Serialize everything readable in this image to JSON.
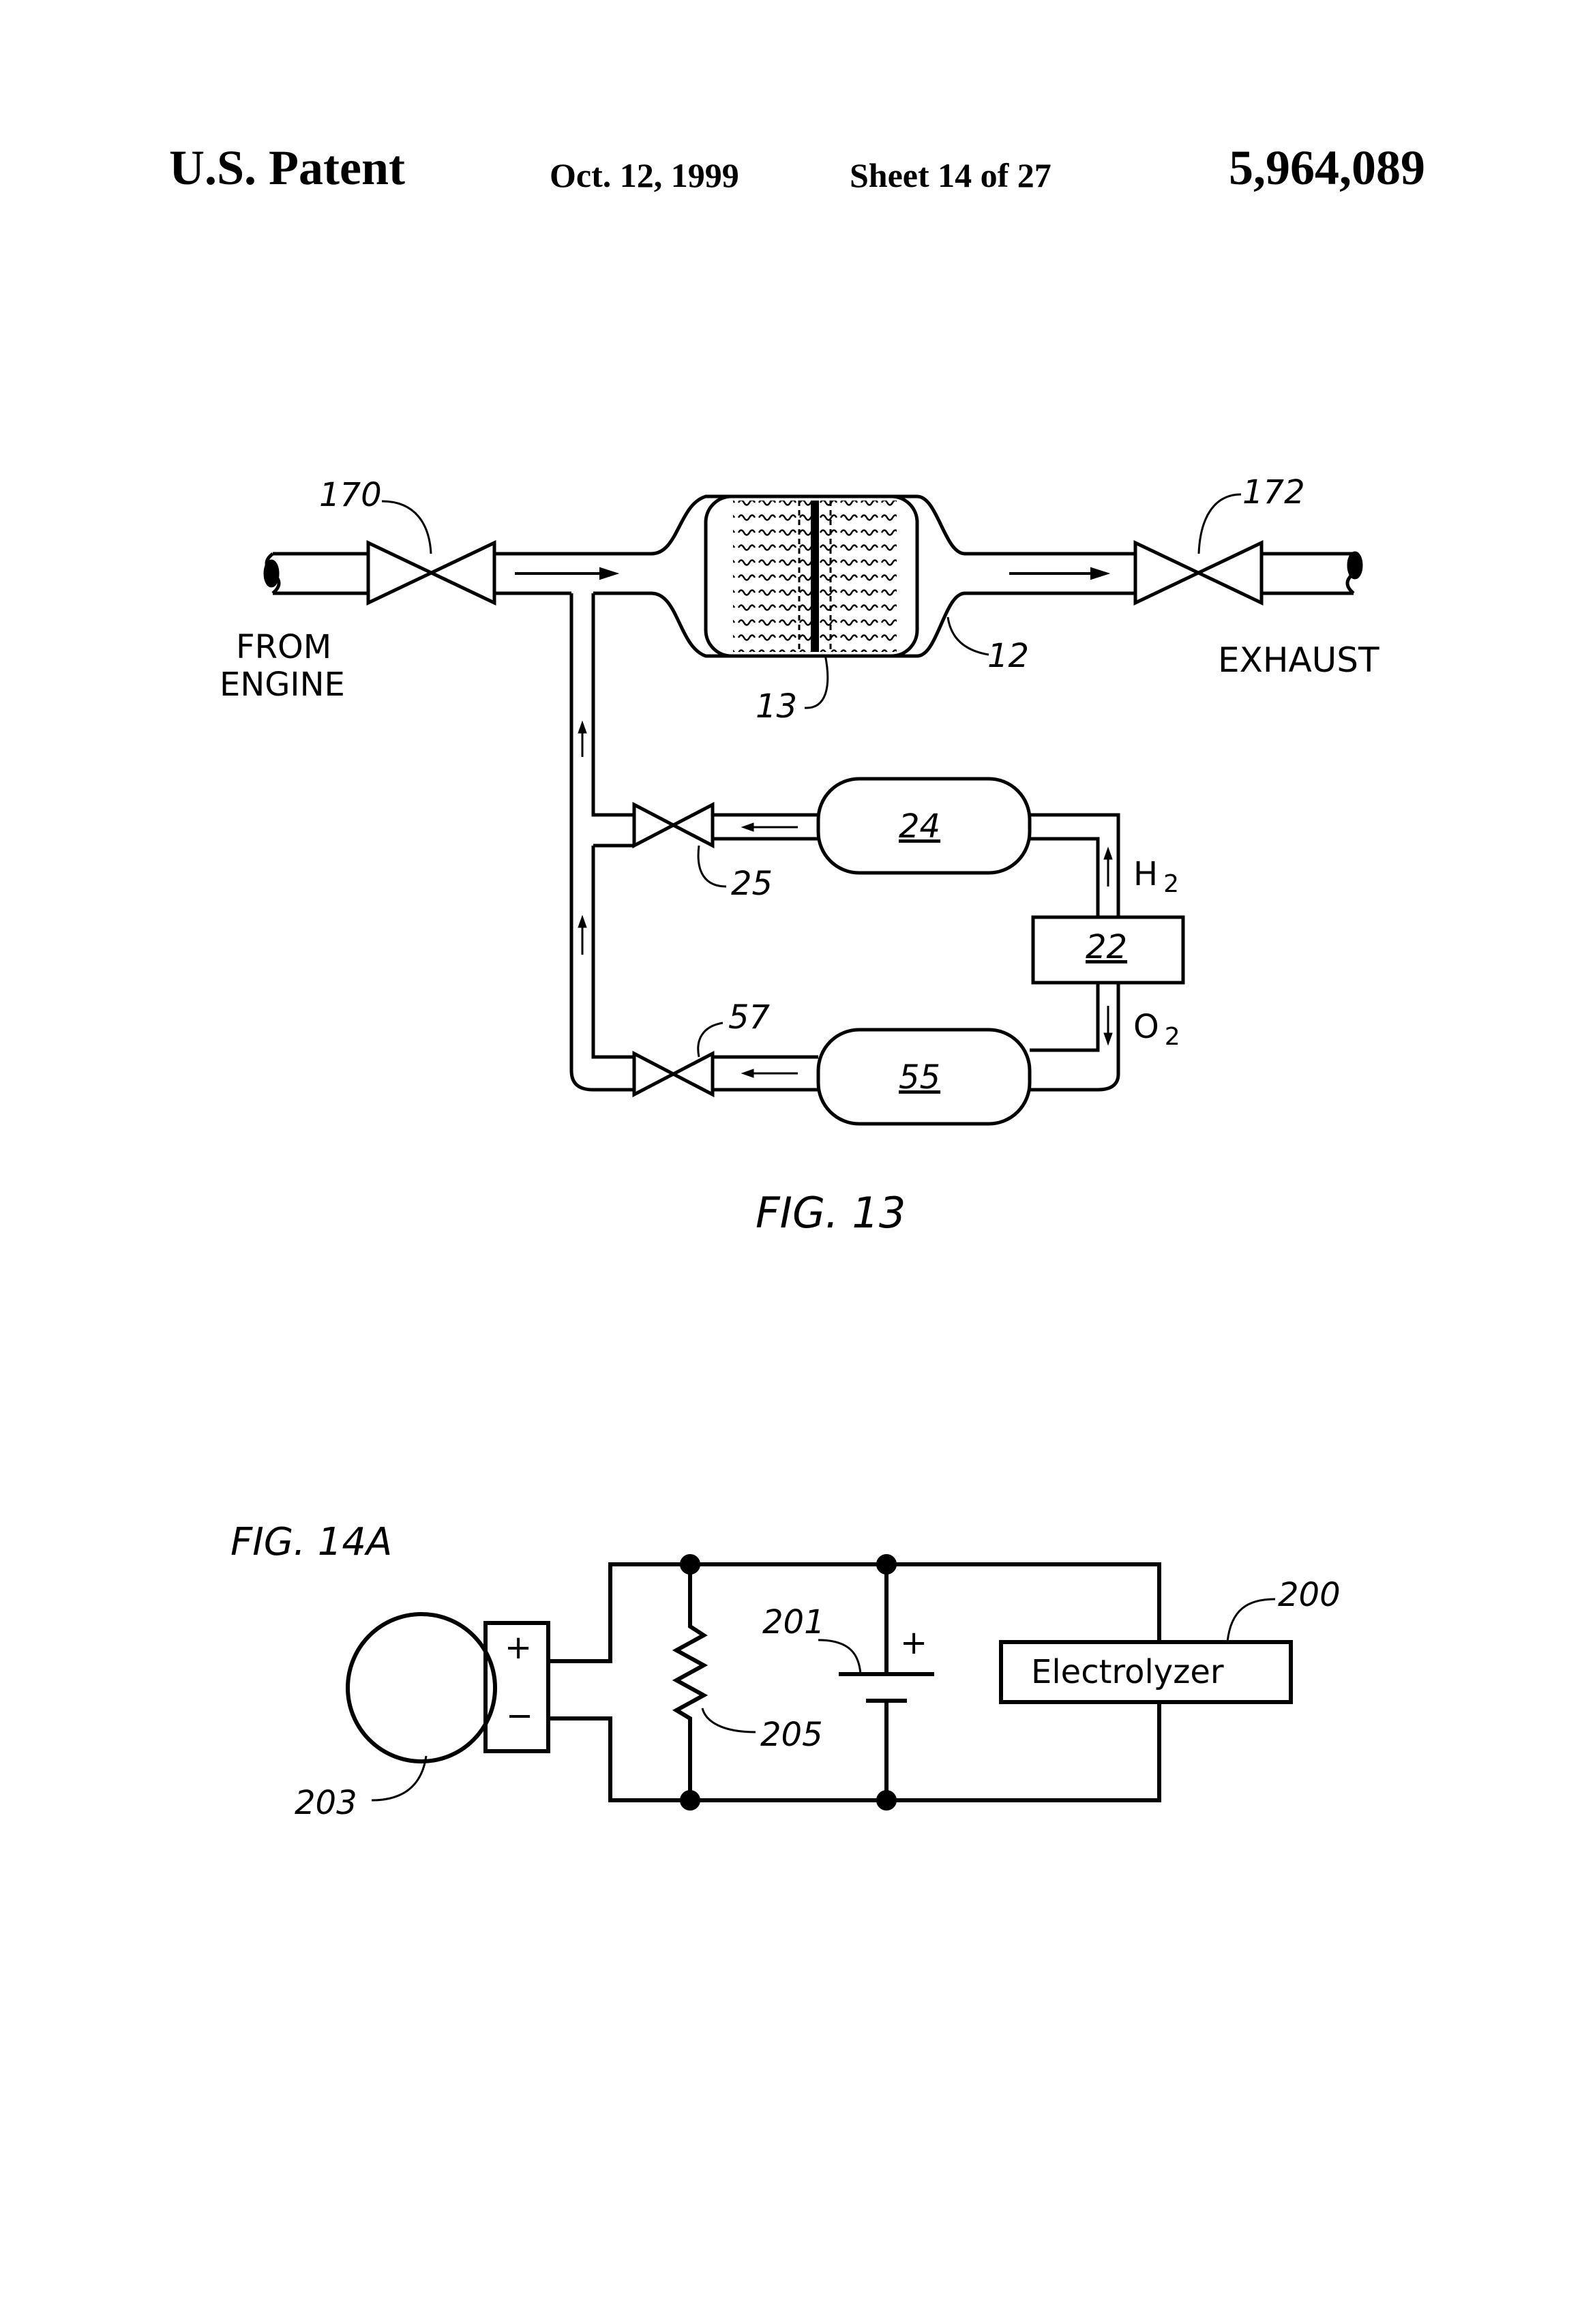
{
  "header": {
    "left": "U.S. Patent",
    "date": "Oct. 12, 1999",
    "sheet": "Sheet 14 of 27",
    "number": "5,964,089"
  },
  "fig13": {
    "caption": "FIG. 13",
    "from_engine_line1": "FROM",
    "from_engine_line2": "ENGINE",
    "exhaust": "EXHAUST",
    "ref_170": "170",
    "ref_172": "172",
    "ref_12": "12",
    "ref_13": "13",
    "ref_24": "24",
    "ref_25": "25",
    "ref_22": "22",
    "ref_55": "55",
    "ref_57": "57",
    "h2_main": "H",
    "h2_sub": "2",
    "o2_main": "O",
    "o2_sub": "2"
  },
  "fig14a": {
    "caption": "FIG. 14A",
    "ref_200": "200",
    "ref_201": "201",
    "ref_203": "203",
    "ref_205": "205",
    "electrolyzer": "Electrolyzer",
    "plus_gen": "+",
    "minus_gen": "−",
    "plus_batt": "+"
  }
}
